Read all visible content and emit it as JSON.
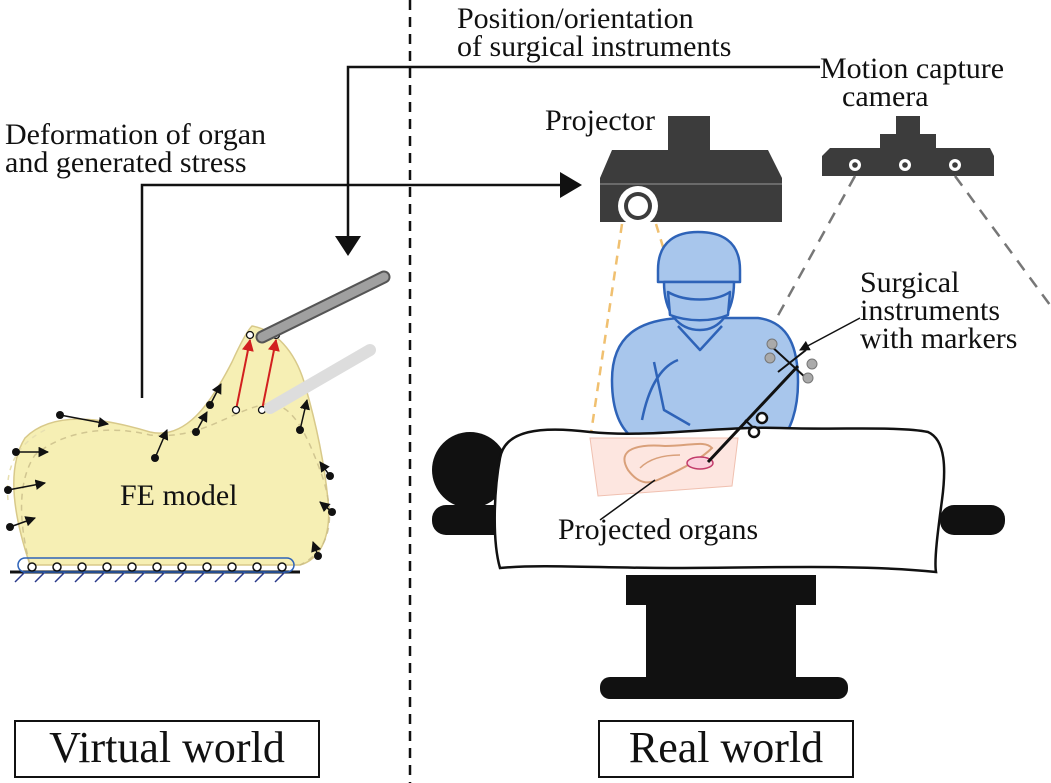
{
  "labels": {
    "position_line1": "Position/orientation",
    "position_line2": "of surgical instruments",
    "motion_line1": "Motion capture",
    "motion_line2": "camera",
    "projector": "Projector",
    "deformation_line1": "Deformation of organ",
    "deformation_line2": "and generated stress",
    "surgical_line1": "Surgical",
    "surgical_line2": "instruments",
    "surgical_line3": "with markers",
    "fe_model": "FE model",
    "projected_organs": "Projected organs"
  },
  "worlds": {
    "virtual": "Virtual world",
    "real": "Real world"
  },
  "colors": {
    "organ_fill": "#f6efb4",
    "organ_outline": "#d8c98a",
    "surgeon_fill": "#a8c6ec",
    "surgeon_stroke": "#2e63b8",
    "device_dark": "#3c3c3c",
    "projection_beam": "#f0c070",
    "stress_arrow": "#d21f1f",
    "organ_sketch": "#d9a07a",
    "table_black": "#111111"
  }
}
